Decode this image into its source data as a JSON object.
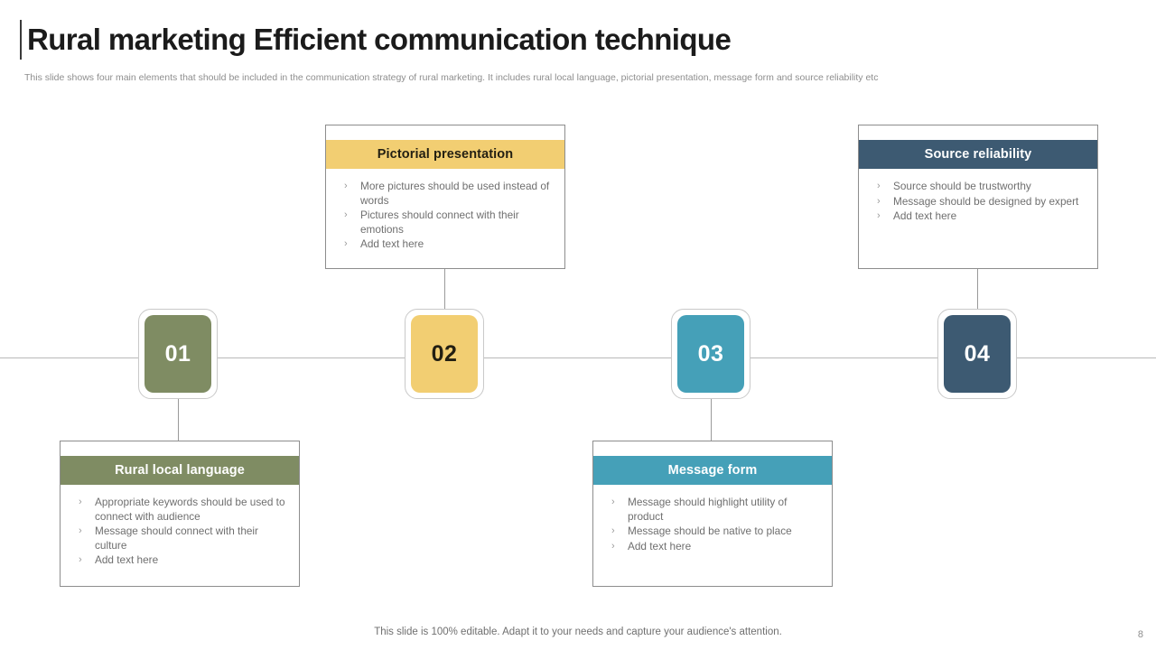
{
  "header": {
    "title": "Rural marketing Efficient communication technique",
    "subtitle": "This slide shows four main elements that should be included in the communication strategy of rural marketing. It includes rural local language, pictorial presentation, message form and source reliability etc"
  },
  "colors": {
    "green": "#7F8C63",
    "yellow": "#F2CE72",
    "teal": "#45A0B8",
    "navy": "#3D5A72",
    "text_muted": "#6f6f6f",
    "axis": "#b9b9b9"
  },
  "nodes": [
    {
      "number": "01",
      "color": "#7F8C63",
      "number_color": "#ffffff"
    },
    {
      "number": "02",
      "color": "#F2CE72",
      "number_color": "#231f12"
    },
    {
      "number": "03",
      "color": "#45A0B8",
      "number_color": "#ffffff"
    },
    {
      "number": "04",
      "color": "#3D5A72",
      "number_color": "#ffffff"
    }
  ],
  "cards": {
    "pictorial": {
      "title": "Pictorial presentation",
      "header_bg": "#F2CE72",
      "header_color": "#231f12",
      "bullets": [
        "More pictures should be used instead of words",
        "Pictures should connect with their emotions",
        "Add text here"
      ]
    },
    "source": {
      "title": "Source reliability",
      "header_bg": "#3D5A72",
      "header_color": "#ffffff",
      "bullets": [
        "Source should be trustworthy",
        "Message should be designed by expert",
        "Add text here"
      ]
    },
    "rural": {
      "title": "Rural local language",
      "header_bg": "#7F8C63",
      "header_color": "#ffffff",
      "bullets": [
        "Appropriate keywords should be used to connect with audience",
        "Message should connect with their culture",
        "Add text here"
      ]
    },
    "message": {
      "title": "Message form",
      "header_bg": "#45A0B8",
      "header_color": "#ffffff",
      "bullets": [
        "Message should highlight utility of product",
        "Message should be native to place",
        "Add text here"
      ]
    }
  },
  "bullet_marker": "›",
  "footer": {
    "note": "This slide is 100% editable. Adapt it to your needs and capture your audience's attention.",
    "page_number": "8"
  }
}
